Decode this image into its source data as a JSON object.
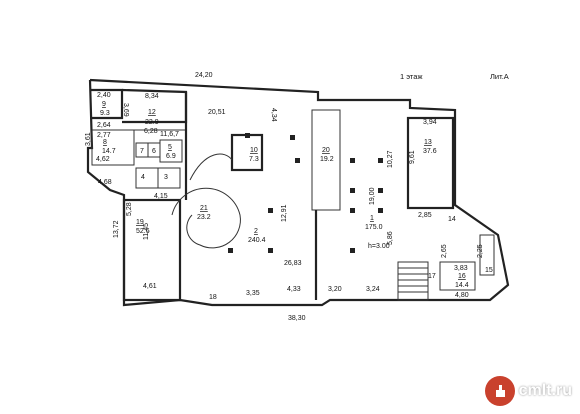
{
  "floor_label": "1 этаж",
  "lit_label": "Лит.А",
  "rooms": [
    {
      "id": "r9",
      "number": "9",
      "area": "9.3"
    },
    {
      "id": "r12",
      "number": "12",
      "area": "22.9"
    },
    {
      "id": "r8",
      "number": "8",
      "area": "14.7"
    },
    {
      "id": "r7",
      "number": "7",
      "area": ""
    },
    {
      "id": "r6",
      "number": "6",
      "area": ""
    },
    {
      "id": "r5",
      "number": "5",
      "area": "6.9"
    },
    {
      "id": "r4",
      "number": "4",
      "area": ""
    },
    {
      "id": "r3",
      "number": "3",
      "area": ""
    },
    {
      "id": "r10",
      "number": "10",
      "area": "7.3"
    },
    {
      "id": "r19",
      "number": "19",
      "area": "52.6"
    },
    {
      "id": "r21",
      "number": "21",
      "area": "23.2"
    },
    {
      "id": "r2",
      "number": "2",
      "area": "240.4"
    },
    {
      "id": "r20",
      "number": "20",
      "area": "19.2"
    },
    {
      "id": "r1",
      "number": "1",
      "area": "175.0"
    },
    {
      "id": "r13",
      "number": "13",
      "area": "37.6"
    },
    {
      "id": "r14",
      "number": "14",
      "area": ""
    },
    {
      "id": "r15",
      "number": "15",
      "area": ""
    },
    {
      "id": "r16",
      "number": "16",
      "area": "14.4"
    },
    {
      "id": "r17",
      "number": "17",
      "area": ""
    },
    {
      "id": "r18",
      "number": "18",
      "area": ""
    }
  ],
  "ceiling_height": "h=3.00",
  "dimensions": [
    "24,20",
    "2,40",
    "8,34",
    "3,69",
    "2,64",
    "20,51",
    "4,34",
    "6,28",
    "11,6,7",
    "2,77",
    "3,61",
    "4,62",
    "4,68",
    "4,15",
    "5,28",
    "13,72",
    "11,45",
    "4,61",
    "12,91",
    "26,83",
    "3,35",
    "4,33",
    "3,20",
    "3,24",
    "38,30",
    "10,27",
    "9,61",
    "3,94",
    "19,00",
    "2,85",
    "5,86",
    "2,65",
    "3,83",
    "2,25",
    "4,80"
  ],
  "watermark": {
    "text": "cmlt.ru",
    "color": "#c9412d"
  }
}
